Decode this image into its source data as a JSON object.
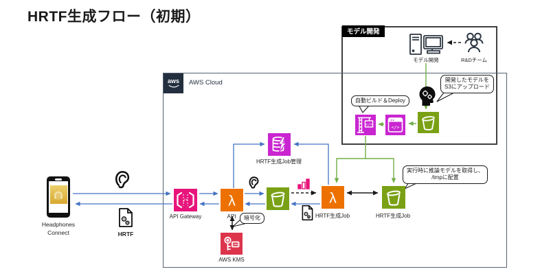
{
  "title": "HRTF生成フロー（初期）",
  "model_dev": {
    "tag": "モデル開発",
    "machine_label": "モデル開発",
    "team_label": "R&Dチーム"
  },
  "aws_cloud": {
    "logo_text": "aws",
    "label": "AWS Cloud"
  },
  "client": {
    "device_line1": "Headphones",
    "device_line2": "Connect",
    "hrtf_file_label": "HRTF"
  },
  "nodes": {
    "api_gateway": "API Gateway",
    "api_lambda": "API",
    "job_table": "HRTF生成Job管理",
    "job_lambda": "HRTF生成Job",
    "job_bucket": "HRTF生成Job",
    "kms": "AWS KMS"
  },
  "callouts": {
    "auto_build": "自動ビルド＆Deploy",
    "upload_line1": "開発したモデルを",
    "upload_line2": "S3にアップロード",
    "runtime_line1": "実行時に推論モデルを取得し、",
    "runtime_line2": "/tmpに配置",
    "encryption": "暗号化"
  },
  "icons": [
    "smartphone-icon",
    "ear-icon",
    "hrtf-file-icon",
    "api-gateway-icon",
    "lambda-icon",
    "s3-bucket-icon",
    "dynamodb-icon",
    "kms-key-icon",
    "codebuild-crane-icon",
    "code-window-icon",
    "histogram-icon",
    "ml-head-icon",
    "dev-machine-icon",
    "rd-team-icon",
    "aws-logo"
  ],
  "colors": {
    "dev_tools_magenta": "#C925D1",
    "api_gateway_pink": "#E7157B",
    "lambda_orange": "#ED7100",
    "s3_green": "#7AA116",
    "kms_red": "#DD344C",
    "aws_navy": "#232F3E",
    "flow_blue": "#4472C4",
    "flow_green": "#70AD47"
  }
}
